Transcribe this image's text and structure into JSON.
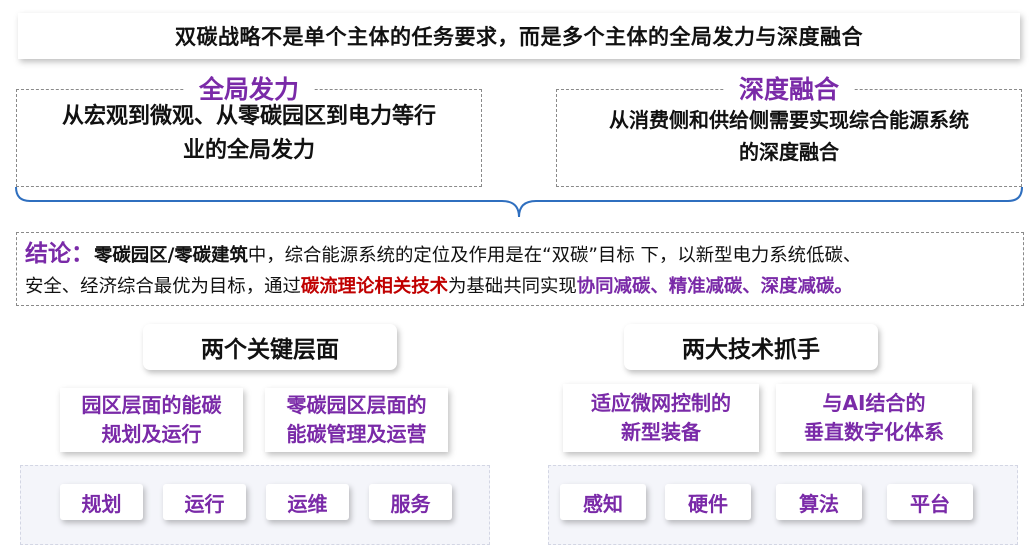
{
  "title": "双碳战略不是单个主体的任务要求，而是多个主体的全局发力与深度融合",
  "left_box": {
    "heading": "全局发力",
    "line1": "从宏观到微观、从零碳园区到电力等行",
    "line2": "业的全局发力"
  },
  "right_box": {
    "heading": "深度融合",
    "line1": "从消费侧和供给侧需要实现综合能源系统",
    "line2": "的深度融合"
  },
  "conclusion": {
    "label": "结论：",
    "subject": "零碳园区/零碳建筑",
    "text1": "中，综合能源系统的定位及作用是在“双碳”目标 下，以新型电力系统低碳、",
    "text2": "安全、经济综合最优为目标，通过",
    "red_text": "碳流理论相关技术",
    "text3": "为基础共同实现",
    "purple_text": "协同减碳、精准减碳、深度减碳。"
  },
  "left_section": {
    "title": "两个关键层面",
    "cards": [
      {
        "line1": "园区层面的能碳",
        "line2": "规划及运行"
      },
      {
        "line1": "零碳园区层面的",
        "line2": "能碳管理及运营"
      }
    ],
    "chips": [
      "规划",
      "运行",
      "运维",
      "服务"
    ]
  },
  "right_section": {
    "title": "两大技术抓手",
    "cards": [
      {
        "line1": "适应微网控制的",
        "line2": "新型装备"
      },
      {
        "line1": "与AI结合的",
        "line2": "垂直数字化体系"
      }
    ],
    "chips": [
      "感知",
      "硬件",
      "算法",
      "平台"
    ]
  },
  "colors": {
    "accent": "#7a2aa8",
    "highlight_red": "#c00000",
    "brace_blue": "#2f6fbf",
    "tray": "#f4f5fa"
  }
}
